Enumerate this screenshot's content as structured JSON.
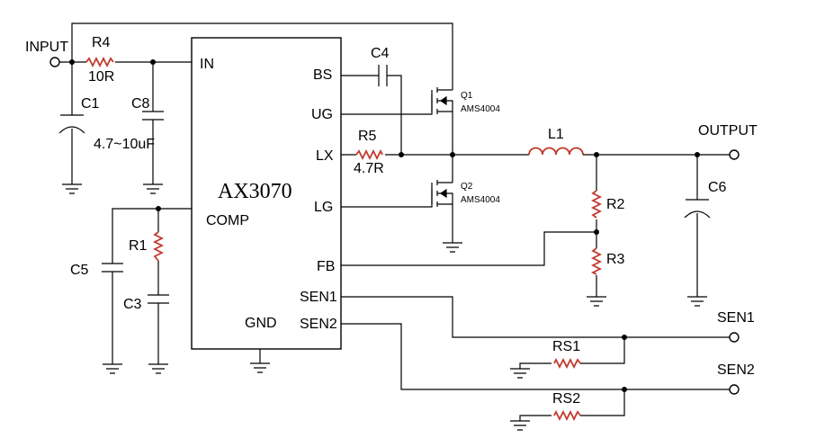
{
  "chip": {
    "name": "AX3070",
    "pins": {
      "in": "IN",
      "bs": "BS",
      "ug": "UG",
      "lx": "LX",
      "lg": "LG",
      "comp": "COMP",
      "fb": "FB",
      "sen1": "SEN1",
      "sen2": "SEN2",
      "gnd": "GND"
    }
  },
  "ports": {
    "input": "INPUT",
    "output": "OUTPUT",
    "sen1": "SEN1",
    "sen2": "SEN2"
  },
  "components": {
    "r4": {
      "ref": "R4",
      "value": "10R"
    },
    "c1": {
      "ref": "C1"
    },
    "c8": {
      "ref": "C8",
      "value": "4.7~10uF"
    },
    "c4": {
      "ref": "C4"
    },
    "r5": {
      "ref": "R5",
      "value": "4.7R"
    },
    "q1": {
      "ref": "Q1",
      "part": "AMS4004"
    },
    "q2": {
      "ref": "Q2",
      "part": "AMS4004"
    },
    "l1": {
      "ref": "L1"
    },
    "r2": {
      "ref": "R2"
    },
    "r3": {
      "ref": "R3"
    },
    "c6": {
      "ref": "C6"
    },
    "c5": {
      "ref": "C5"
    },
    "r1": {
      "ref": "R1"
    },
    "c3": {
      "ref": "C3"
    },
    "rs1": {
      "ref": "RS1"
    },
    "rs2": {
      "ref": "RS2"
    }
  }
}
